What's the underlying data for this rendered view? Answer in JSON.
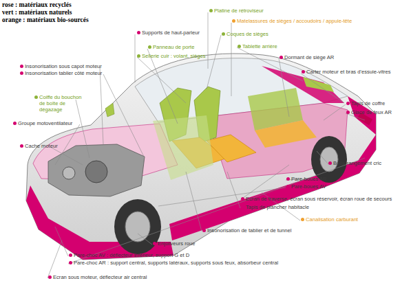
{
  "diagram": {
    "labels": [
      "Supports de haut-parleur",
      "Panneau de porte",
      "Sellerie cuir : volant, sièges",
      "Platine de rétroviseur",
      "Matelassures de sièges / accoudoirs / appuie-tête",
      "Coques de sièges",
      "Tablette arrière",
      "Dormant de siège AR",
      "Carter moteur et bras d'essuie-vitres",
      "Insonorisation sous capot moteur",
      "Insonorisation tablier côté moteur",
      "Coiffe du bouchon de boîte de dégazage",
      "Groupe motoventilateur",
      "Cache moteur",
      "Tapis de coffre",
      "Glace de feux AR",
      "Boîte rangement cric",
      "Pare-boues AR",
      "Pare-boues AV",
      "Ecran de traverse, écran sous réservoir, écran roue de secours",
      "Tapis de plancher habitacle",
      "Canalisation carburant",
      "Insonorisation de tablier et de tunnel",
      "Enjoliveurs roue",
      "Pare-choc AV : déflecteur inférieur, support G et D",
      "Pare-choc AR : support central, supports latéraux, supports sous feux, absorbeur central",
      "Ecran sous moteur, déflecteur air central"
    ],
    "legend": [
      {
        "text": "rose : matériaux recyclés"
      },
      {
        "text": "vert : matériaux naturels"
      },
      {
        "text": "orange : matériaux bio-sourcés"
      }
    ]
  }
}
